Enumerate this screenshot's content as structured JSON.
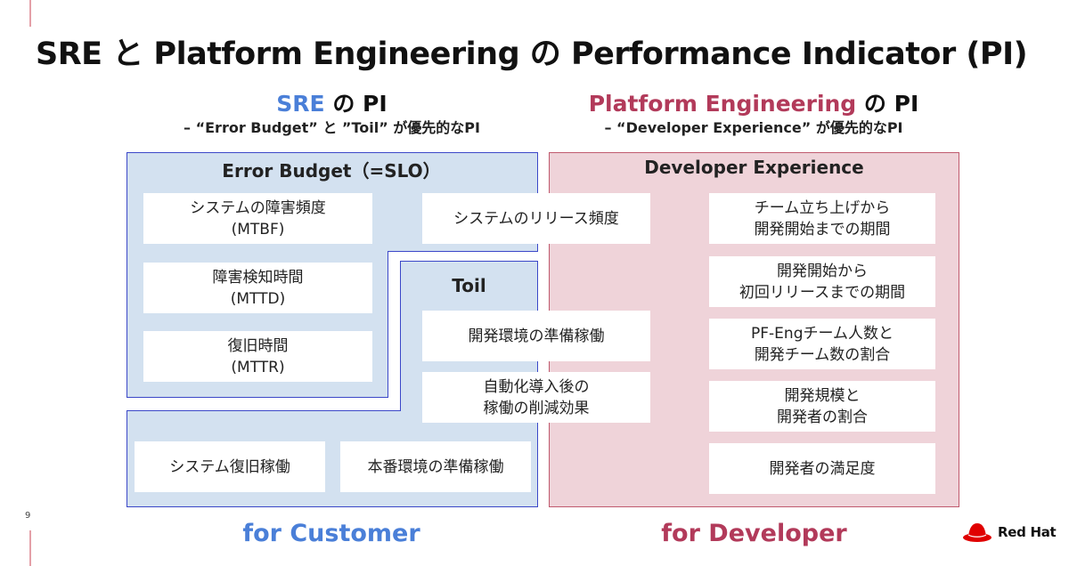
{
  "slide": {
    "title": "SRE と Platform Engineering の Performance Indicator (PI)",
    "page_number": "9"
  },
  "left_heading": {
    "hl": "SRE",
    "rest": " の PI",
    "sub": "– “Error Budget” と ”Toil” が優先的なPI"
  },
  "right_heading": {
    "hl": "Platform Engineering",
    "rest": " の PI",
    "sub": "– “Developer Experience” が優先的なPI"
  },
  "regions": {
    "error_budget": "Error Budget（=SLO）",
    "toil": "Toil",
    "developer_experience": "Developer Experience"
  },
  "boxes": {
    "mtbf": "システムの障害頻度\n(MTBF)",
    "mttd": "障害検知時間\n(MTTD)",
    "mttr": "復旧時間\n(MTTR)",
    "release_frequency": "システムのリリース頻度",
    "dev_env_work": "開発環境の準備稼働",
    "automation_reduction": "自動化導入後の\n稼働の削減効果",
    "system_recovery_work": "システム復旧稼働",
    "prod_env_work": "本番環境の準備稼働",
    "team_launch_period": "チーム立ち上げから\n開発開始までの期間",
    "first_release_period": "開発開始から\n初回リリースまでの期間",
    "team_ratio": "PF-Engチーム人数と\n開発チーム数の割合",
    "dev_scale_ratio": "開発規模と\n開発者の割合",
    "developer_satisfaction": "開発者の満足度"
  },
  "footer": {
    "customer": "for Customer",
    "developer": "for Developer"
  },
  "logo": {
    "text": "Red Hat"
  },
  "colors": {
    "accent_red": "#e4a0a8",
    "blue_text": "#4a7fd8",
    "red_text": "#b23a5a",
    "blue_fill": "#d3e1f0",
    "blue_border": "#3b47c8",
    "pink_fill": "#efd3d9",
    "pink_border": "#c05a6e",
    "logo_red": "#e00000"
  }
}
